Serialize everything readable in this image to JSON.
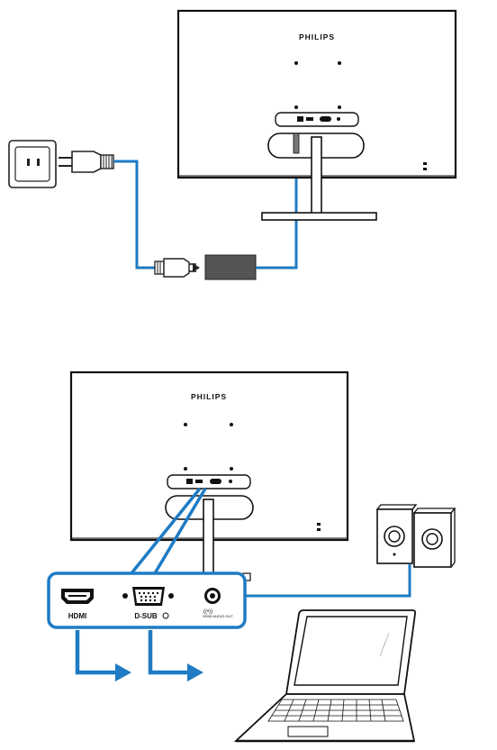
{
  "monitor_top": {
    "brand": "PHILIPS"
  },
  "monitor_bottom": {
    "brand": "PHILIPS"
  },
  "ports": {
    "hdmi_label": "HDMI",
    "dsub_label": "D-SUB",
    "audio_label": "HDMI AUDIO OUT"
  },
  "colors": {
    "cable": "#1e7bc4",
    "line": "#1a1a1a",
    "panel_bg": "#ffffff"
  }
}
